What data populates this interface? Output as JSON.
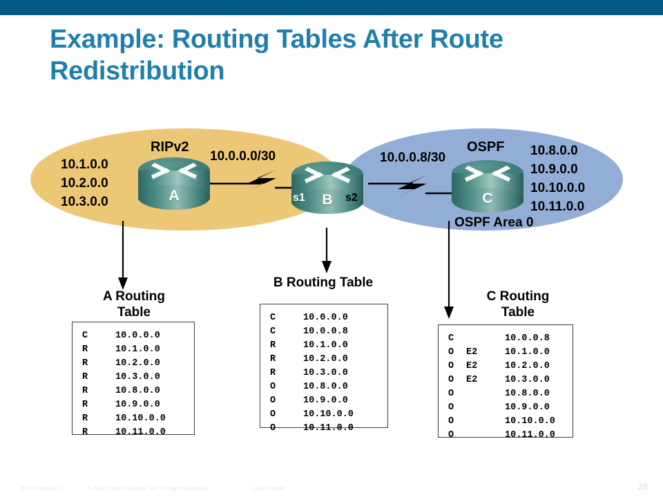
{
  "slide": {
    "title": "Example: Routing Tables After Route Redistribution",
    "title_color": "#1f7fad",
    "band_color": "#015b82"
  },
  "diagram": {
    "rip_domain": {
      "protocol_label": "RIPv2",
      "fill_color": "#ecc876",
      "networks": [
        "10.1.0.0",
        "10.2.0.0",
        "10.3.0.0"
      ]
    },
    "ospf_domain": {
      "protocol_label": "OSPF",
      "area_label": "OSPF Area 0",
      "fill_color": "#93aed6",
      "networks": [
        "10.8.0.0",
        "10.9.0.0",
        "10.10.0.0",
        "10.11.0.0"
      ]
    },
    "links": [
      {
        "label": "10.0.0.0/30"
      },
      {
        "label": "10.0.0.8/30"
      }
    ],
    "routers": [
      {
        "name": "A",
        "interfaces": []
      },
      {
        "name": "B",
        "interfaces": [
          "s1",
          "s2"
        ]
      },
      {
        "name": "C",
        "interfaces": []
      }
    ]
  },
  "tables": [
    {
      "title": "A Routing Table",
      "title_line1": "A Routing",
      "title_line2": "Table",
      "rows": [
        {
          "code": "C",
          "ext": "",
          "network": "10.0.0.0"
        },
        {
          "code": "R",
          "ext": "",
          "network": "10.1.0.0"
        },
        {
          "code": "R",
          "ext": "",
          "network": "10.2.0.0"
        },
        {
          "code": "R",
          "ext": "",
          "network": "10.3.0.0"
        },
        {
          "code": "R",
          "ext": "",
          "network": "10.8.0.0"
        },
        {
          "code": "R",
          "ext": "",
          "network": "10.9.0.0"
        },
        {
          "code": "R",
          "ext": "",
          "network": "10.10.0.0"
        },
        {
          "code": "R",
          "ext": "",
          "network": "10.11.0.0"
        }
      ]
    },
    {
      "title": "B Routing Table",
      "title_line1": "B Routing Table",
      "title_line2": "",
      "rows": [
        {
          "code": "C",
          "ext": "",
          "network": "10.0.0.0"
        },
        {
          "code": "C",
          "ext": "",
          "network": "10.0.0.8"
        },
        {
          "code": "R",
          "ext": "",
          "network": "10.1.0.0"
        },
        {
          "code": "R",
          "ext": "",
          "network": "10.2.0.0"
        },
        {
          "code": "R",
          "ext": "",
          "network": "10.3.0.0"
        },
        {
          "code": "O",
          "ext": "",
          "network": "10.8.0.0"
        },
        {
          "code": "O",
          "ext": "",
          "network": "10.9.0.0"
        },
        {
          "code": "O",
          "ext": "",
          "network": "10.10.0.0"
        },
        {
          "code": "O",
          "ext": "",
          "network": "10.11.0.0"
        }
      ]
    },
    {
      "title": "C Routing Table",
      "title_line1": "C Routing",
      "title_line2": "Table",
      "rows": [
        {
          "code": "C",
          "ext": "",
          "network": "10.0.0.8"
        },
        {
          "code": "O",
          "ext": "E2",
          "network": "10.1.0.0"
        },
        {
          "code": "O",
          "ext": "E2",
          "network": "10.2.0.0"
        },
        {
          "code": "O",
          "ext": "E2",
          "network": "10.3.0.0"
        },
        {
          "code": "O",
          "ext": "",
          "network": "10.8.0.0"
        },
        {
          "code": "O",
          "ext": "",
          "network": "10.9.0.0"
        },
        {
          "code": "O",
          "ext": "",
          "network": "10.10.0.0"
        },
        {
          "code": "O",
          "ext": "",
          "network": "10.11.0.0"
        }
      ]
    }
  ],
  "footer": {
    "course": "BSCI Module 5",
    "copyright": "© 2006 Cisco Systems, Inc. All rights reserved.",
    "classification": "Cisco Public",
    "page": "28"
  }
}
